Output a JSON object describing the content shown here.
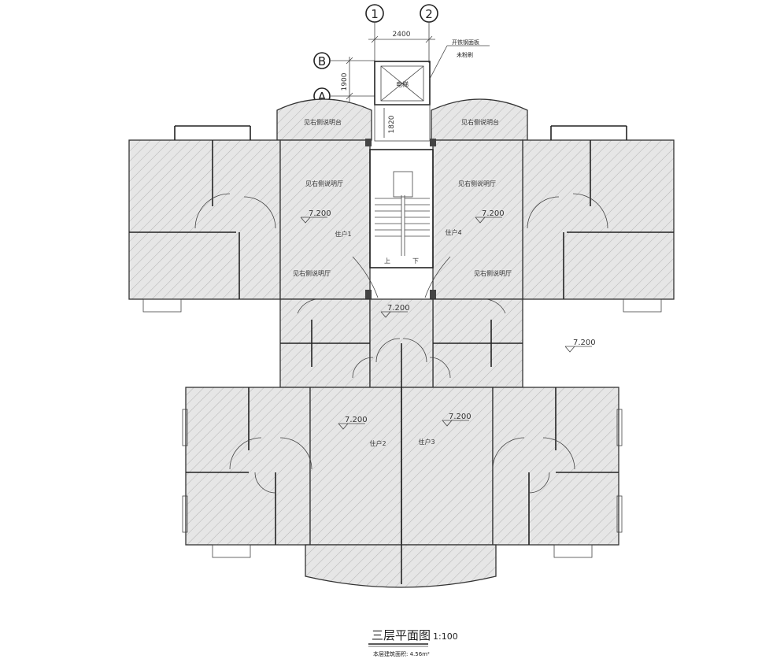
{
  "axes": {
    "a1": "1",
    "a2": "2",
    "rowB": "B",
    "rowA": "A"
  },
  "dimensions": {
    "top_width": "2400",
    "left_height": "1900",
    "gap": "1820"
  },
  "elevator": {
    "label": "电梯",
    "note_line1": "开铁钢面板",
    "note_line2": "未粉刷"
  },
  "rooms": {
    "tl_balcony": "见右侧说明台",
    "tr_balcony": "见右侧说明台",
    "tl_living": "见右侧说明厅",
    "tr_living": "见右侧说明厅",
    "tl_dining": "见右侧说明厅",
    "tr_dining": "见右侧说明厅"
  },
  "units": {
    "u1": "住户1",
    "u2": "住户2",
    "u3": "住户3",
    "u4": "住户4"
  },
  "stairs": {
    "up": "上",
    "down": "下"
  },
  "levels": [
    "7.200",
    "7.200",
    "7.200",
    "7.200",
    "7.200",
    "7.200"
  ],
  "title": {
    "main": "三层平面图",
    "scale": "1:100",
    "note": "本层建筑面积: 4.56m²"
  },
  "colors": {
    "hatch": "#9a9a9a",
    "line": "#222222",
    "fill": "#e8e8e8"
  }
}
